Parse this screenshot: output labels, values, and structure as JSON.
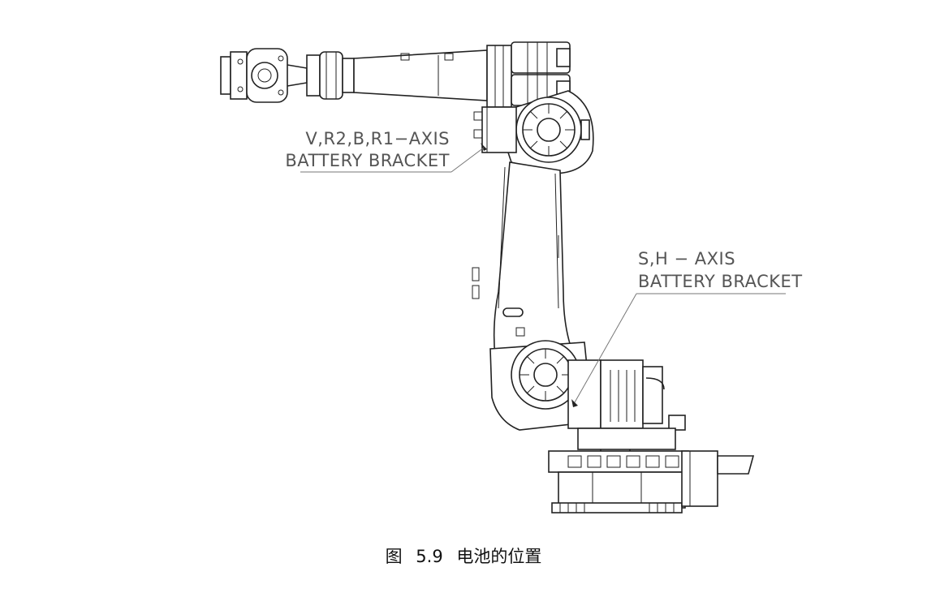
{
  "callouts": {
    "upper_line1": "V,R2,B,R1−AXIS",
    "upper_line2": "BATTERY BRACKET",
    "lower_line1": "S,H − AXIS",
    "lower_line2": "BATTERY BRACKET"
  },
  "caption": {
    "label": "图",
    "number": "5.9",
    "text": "电池的位置"
  },
  "colors": {
    "line": "#222222",
    "callout_text": "#555555",
    "background": "#ffffff"
  }
}
